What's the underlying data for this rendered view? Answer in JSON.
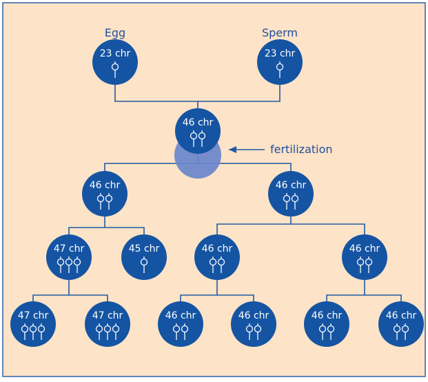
{
  "labels": {
    "egg": "Egg",
    "sperm": "Sperm",
    "fertilization": "fertilization"
  },
  "colors": {
    "background": "#fde3c7",
    "frame": "#2f5ea8",
    "cell": "#1554a3",
    "zygote_overlay": "#6a86cc",
    "line": "#1f5aa3",
    "chromosome": "#ffffff",
    "label_text": "#1f4f9c"
  },
  "cells": {
    "egg": {
      "text": "23 chr",
      "chromosomes": 1
    },
    "sperm": {
      "text": "23 chr",
      "chromosomes": 1
    },
    "zygote": {
      "text": "46 chr",
      "chromosomes": 2
    },
    "gen2_left": {
      "text": "46 chr",
      "chromosomes": 2
    },
    "gen2_right": {
      "text": "46 chr",
      "chromosomes": 2
    },
    "gen3_a": {
      "text": "47 chr",
      "chromosomes": 3
    },
    "gen3_b": {
      "text": "45  chr",
      "chromosomes": 1
    },
    "gen3_c": {
      "text": "46 chr",
      "chromosomes": 2
    },
    "gen3_d": {
      "text": "46 chr",
      "chromosomes": 2
    },
    "gen4_a": {
      "text": "47 chr",
      "chromosomes": 3
    },
    "gen4_b": {
      "text": "47 chr",
      "chromosomes": 3
    },
    "gen4_c": {
      "text": "46 chr",
      "chromosomes": 2
    },
    "gen4_d": {
      "text": "46 chr",
      "chromosomes": 2
    },
    "gen4_e": {
      "text": "46 chr",
      "chromosomes": 2
    },
    "gen4_f": {
      "text": "46 chr",
      "chromosomes": 2
    }
  }
}
